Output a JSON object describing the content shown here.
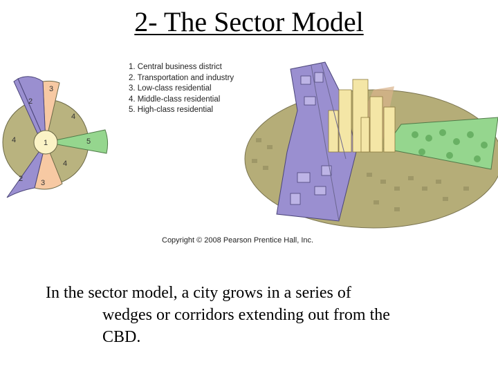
{
  "title": "2- The Sector Model",
  "legend": [
    "1. Central business district",
    "2. Transportation and industry",
    "3. Low-class residential",
    "4. Middle-class residential",
    "5. High-class residential"
  ],
  "diagram_labels": {
    "cbd": "1",
    "transport_upper": "2",
    "transport_lower": "2",
    "low_upper": "3",
    "low_lower": "3",
    "middle_upper": "4",
    "middle_left": "4",
    "middle_lower": "4",
    "high": "5"
  },
  "colors": {
    "cbd": "#fbf3c6",
    "transportation": "#9a8fd0",
    "low_class": "#f7c9a3",
    "middle_class": "#b9b37f",
    "high_class": "#95d68e"
  },
  "copyright": "Copyright © 2008 Pearson Prentice Hall, Inc.",
  "caption": {
    "line1": "In the sector model, a city grows in a series of",
    "line2": "wedges or corridors extending out from the",
    "line3": "CBD."
  }
}
